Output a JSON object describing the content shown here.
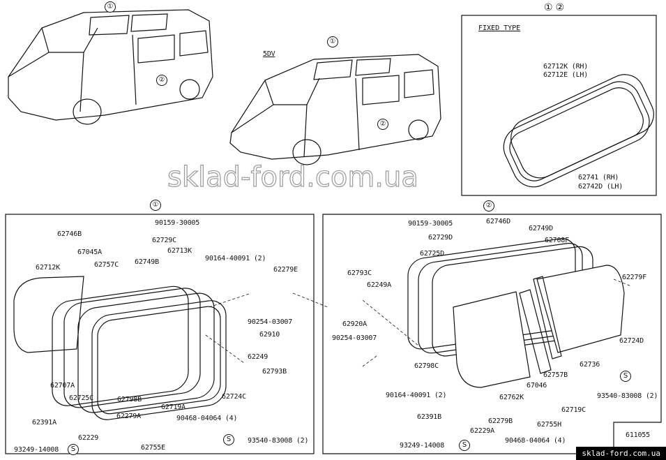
{
  "callouts": {
    "one": "①",
    "two": "②",
    "one_two": "① ②"
  },
  "variant": "5DV",
  "inset": {
    "title": "FIXED TYPE",
    "l1": "62712K (RH)",
    "l2": "62712E (LH)",
    "l3": "62741  (RH)",
    "l4": "62742D (LH)"
  },
  "left": [
    "90159-30005",
    "62729C",
    "62746B",
    "67045A",
    "62713K",
    "62712K",
    "62757C",
    "62749B",
    "90164-40091 (2)",
    "62279E",
    "90254-03007",
    "62910",
    "62249",
    "62793B",
    "62707A",
    "62725C",
    "62798B",
    "62719A",
    "62724C",
    "90468-04064 (4)",
    "62391A",
    "62279A",
    "62229",
    "62755E",
    "93540-83008 (2)",
    "93249-14008"
  ],
  "right": [
    "90159-30005",
    "62746D",
    "62749D",
    "62729D",
    "62708F",
    "62725D",
    "62793C",
    "62249A",
    "62279F",
    "62920A",
    "90254-03007",
    "62724D",
    "62798C",
    "62736",
    "62757B",
    "67046",
    "90164-40091 (2)",
    "62762K",
    "93540-83008 (2)",
    "62719C",
    "62391B",
    "62279B",
    "62755H",
    "62229A",
    "90468-04064 (4)",
    "93249-14008"
  ],
  "diagram_code": "611055",
  "screw_symbol": "S",
  "watermark": "sklad-ford.com.ua",
  "badge": "sklad-ford.com.ua"
}
